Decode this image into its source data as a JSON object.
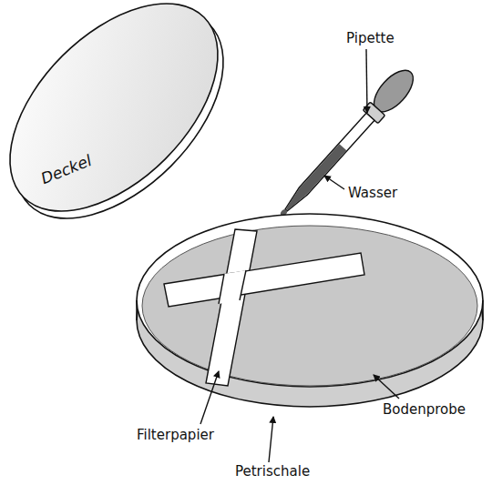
{
  "diagram": {
    "labels": [
      "Pipette",
      "Wasser",
      "Deckel",
      "Filterpapier",
      "Bodenprobe",
      "Petrischale"
    ]
  }
}
